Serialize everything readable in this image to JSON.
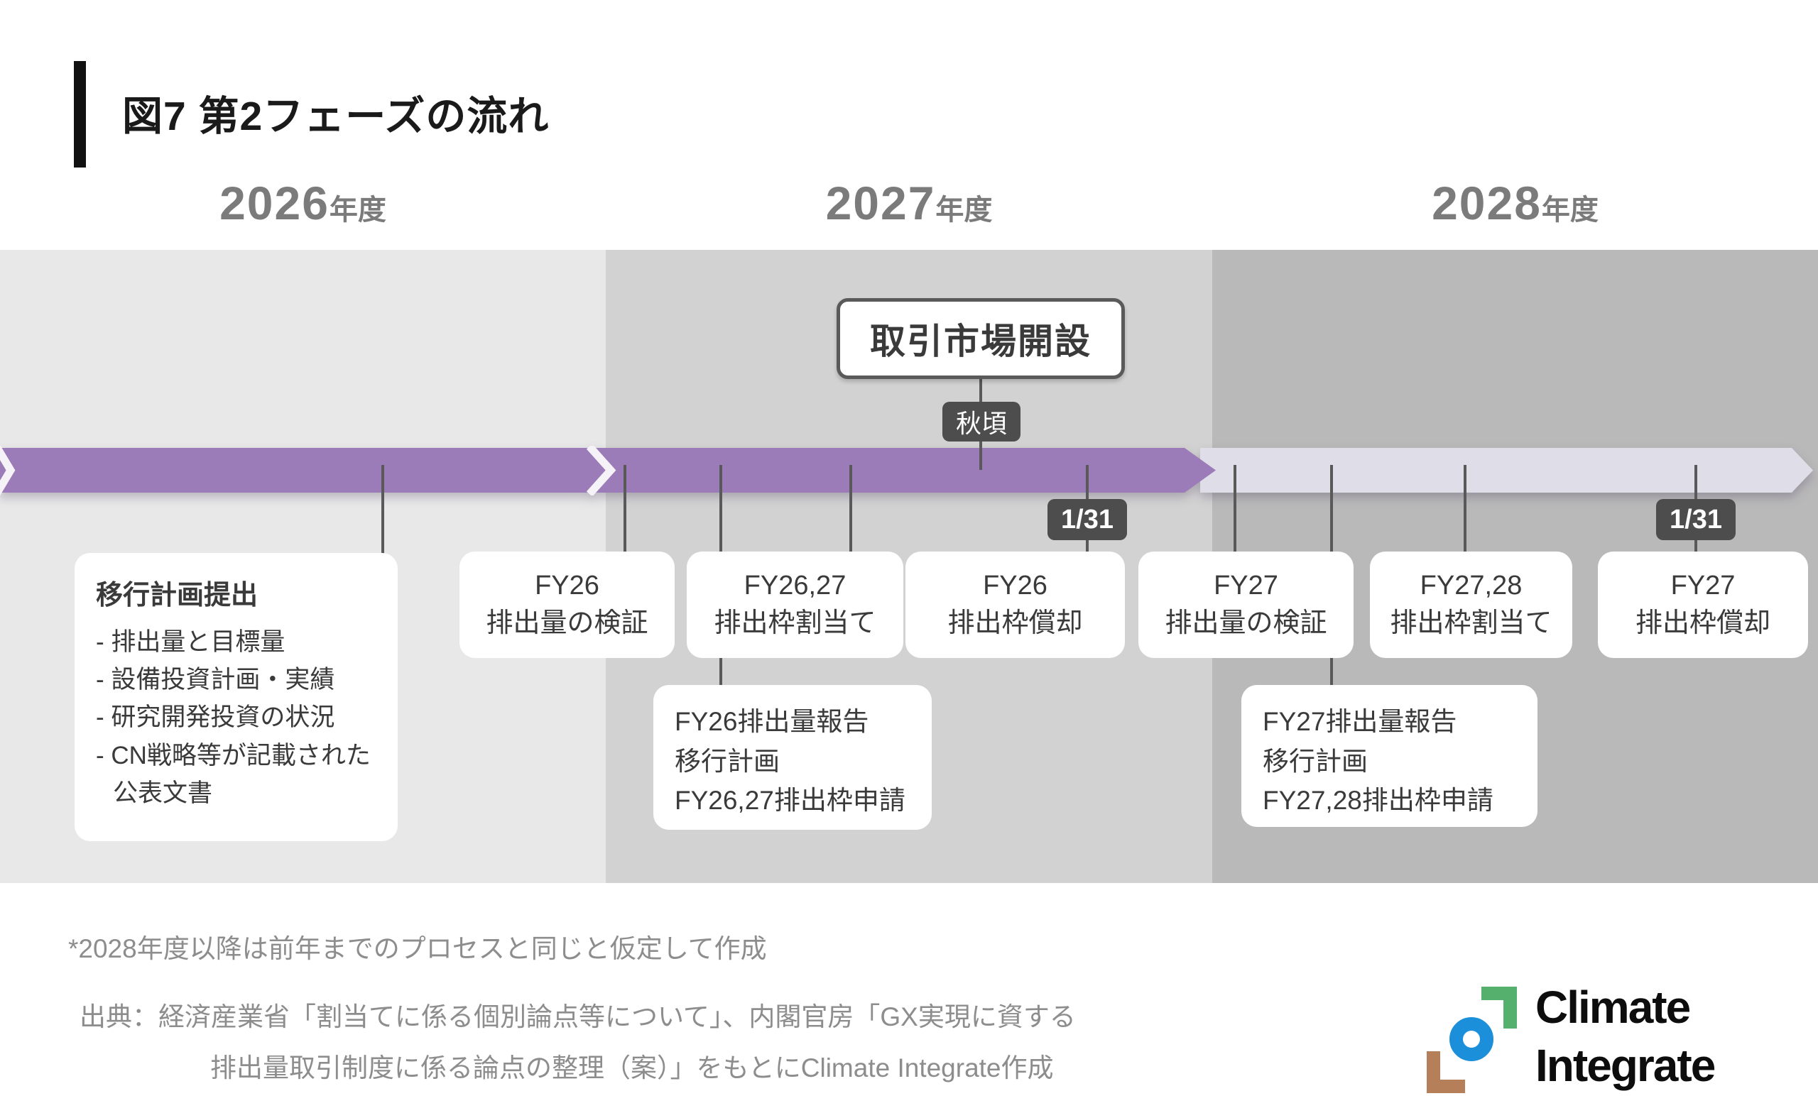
{
  "figure_title": "図7 第2フェーズの流れ",
  "year_headers": [
    {
      "year": "2026",
      "suffix": "年度"
    },
    {
      "year": "2027",
      "suffix": "年度"
    },
    {
      "year": "2028",
      "suffix": "年度"
    }
  ],
  "callout": {
    "label": "取引市場開設",
    "timing_tag": "秋頃"
  },
  "date_tags": {
    "first": "1/31",
    "second": "1/31"
  },
  "plan_box": {
    "title": "移行計画提出",
    "items": [
      "- 排出量と目標量",
      "- 設備投資計画・実績",
      "- 研究開発投資の状況",
      "- CN戦略等が記載された公表文書"
    ]
  },
  "milestones": [
    {
      "line1": "FY26",
      "line2": "排出量の検証"
    },
    {
      "line1": "FY26,27",
      "line2": "排出枠割当て"
    },
    {
      "line1": "FY26",
      "line2": "排出枠償却"
    },
    {
      "line1": "FY27",
      "line2": "排出量の検証"
    },
    {
      "line1": "FY27,28",
      "line2": "排出枠割当て"
    },
    {
      "line1": "FY27",
      "line2": "排出枠償却"
    }
  ],
  "submission_boxes": [
    {
      "line1": "FY26排出量報告",
      "line2": "移行計画",
      "line3": "FY26,27排出枠申請"
    },
    {
      "line1": "FY27排出量報告",
      "line2": "移行計画",
      "line3": "FY27,28排出枠申請"
    }
  ],
  "footnote": "*2028年度以降は前年までのプロセスと同じと仮定して作成",
  "source": {
    "line1": "出典：経済産業省「割当てに係る個別論点等について」、内閣官房「GX実現に資する",
    "line2": "排出量取引制度に係る論点の整理（案）」をもとにClimate Integrate作成"
  },
  "logo": {
    "line1": "Climate",
    "line2": "Integrate"
  },
  "colors": {
    "timeline_purple": "#9c7bb9",
    "timeline_future_purple": "#dfdde7",
    "panel_2026": "#e8e8e8",
    "panel_2027": "#d2d2d2",
    "panel_2028": "#b9b9b9",
    "tag_dark": "#4d4d4d",
    "connector_gray": "#595959",
    "year_text": "#7b7b7b",
    "muted_text": "#8d8d8d",
    "logo_green": "#55b06e",
    "logo_blue": "#1b8fd9",
    "logo_brown": "#b57f5a"
  }
}
